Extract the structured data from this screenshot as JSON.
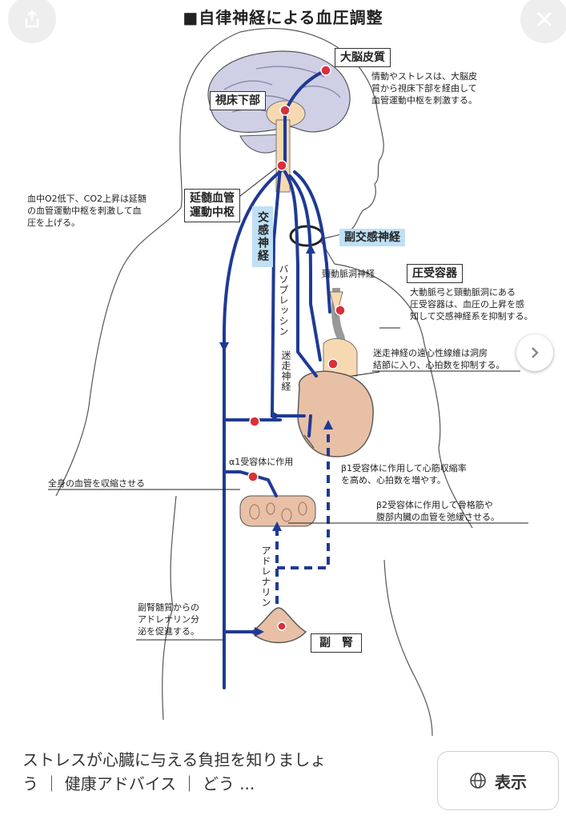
{
  "diagram": {
    "title": "■自律神経による血圧調整",
    "labels": {
      "cortex": "大脳皮質",
      "hypothalamus": "視床下部",
      "medulla_line1": "延髄血管",
      "medulla_line2": "運動中枢",
      "sympathetic": "交感神経",
      "parasympathetic": "副交感神経",
      "baroreceptor": "圧受容器",
      "adrenal": "副　腎",
      "vasopressin": "バソプレッシン",
      "vagus": "迷走神経",
      "carotid_sinus_nerve": "頸動脈洞神経",
      "adrenaline": "アドレナリン",
      "alpha1": "α1受容体に作用"
    },
    "notes": {
      "cortex": "情動やストレスは、大脳皮\n質から視床下部を経由して\n血管運動中枢を刺激する。",
      "medulla": "血中O2低下、CO2上昇は延髄\nの血管運動中枢を刺激して血\n圧を上げる。",
      "baroreceptor": "大動脈弓と頸動脈洞にある\n圧受容器は、血圧の上昇を感\n知して交感神経系を抑制する。",
      "vagus": "迷走神経の遠心性線維は洞房\n結節に入り、心拍数を抑制する。",
      "vessels": "全身の血管を収縮させる",
      "beta1": "β1受容体に作用して心筋収縮率\nを高め、心拍数を増やす。",
      "beta2": "β2受容体に作用して骨格筋や\n腹部内臓の血管を弛緩させる。",
      "adrenal": "副腎髄質からの\nアドレナリン分\n泌を促進する。"
    }
  },
  "viewer": {
    "caption": "ストレスが心臓に与える負担を知りましょ\nう ｜ 健康アドバイス ｜ どう ...",
    "show_button": "表示",
    "share_icon": "share-icon",
    "close_icon": "close-icon",
    "next_icon": "chevron-right-icon",
    "globe_icon": "globe-icon"
  },
  "colors": {
    "nerve": "#1f3a93",
    "dot": "#d9303a",
    "label_bg": "#bfe0f5"
  }
}
